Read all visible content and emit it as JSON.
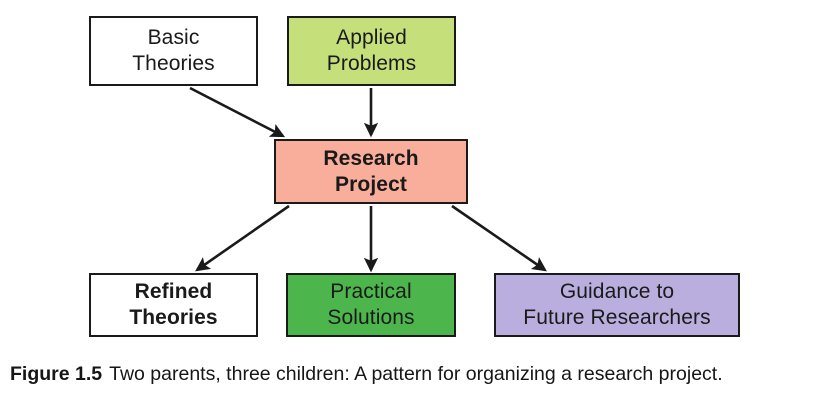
{
  "figure": {
    "caption_label": "Figure 1.5",
    "caption_text": "Two parents, three children: A pattern for organizing a research project."
  },
  "colors": {
    "white": "#ffffff",
    "light_green": "#c5e07a",
    "salmon": "#f9ad9b",
    "green": "#4cb64c",
    "purple": "#b9aedd",
    "outline": "#1a1a1a"
  },
  "diagram": {
    "type": "flowchart",
    "nodes": [
      {
        "id": "basic-theories",
        "line1": "Basic",
        "line2": "Theories",
        "fill": "#ffffff",
        "bold": false,
        "row": "top"
      },
      {
        "id": "applied-problems",
        "line1": "Applied",
        "line2": "Problems",
        "fill": "#c5e07a",
        "bold": false,
        "row": "top"
      },
      {
        "id": "research-project",
        "line1": "Research",
        "line2": "Project",
        "fill": "#f9ad9b",
        "bold": true,
        "row": "middle"
      },
      {
        "id": "refined-theories",
        "line1": "Refined",
        "line2": "Theories",
        "fill": "#ffffff",
        "bold": true,
        "row": "bottom"
      },
      {
        "id": "practical-solutions",
        "line1": "Practical",
        "line2": "Solutions",
        "fill": "#4cb64c",
        "bold": false,
        "row": "bottom"
      },
      {
        "id": "guidance-to-future-researchers",
        "line1": "Guidance to",
        "line2": "Future Researchers",
        "fill": "#b9aedd",
        "bold": false,
        "row": "bottom"
      }
    ],
    "edges": [
      {
        "from": "basic-theories",
        "to": "research-project",
        "style": "diagonal"
      },
      {
        "from": "applied-problems",
        "to": "research-project",
        "style": "vertical"
      },
      {
        "from": "research-project",
        "to": "refined-theories",
        "style": "diagonal"
      },
      {
        "from": "research-project",
        "to": "practical-solutions",
        "style": "vertical"
      },
      {
        "from": "research-project",
        "to": "guidance-to-future-researchers",
        "style": "diagonal"
      }
    ]
  }
}
